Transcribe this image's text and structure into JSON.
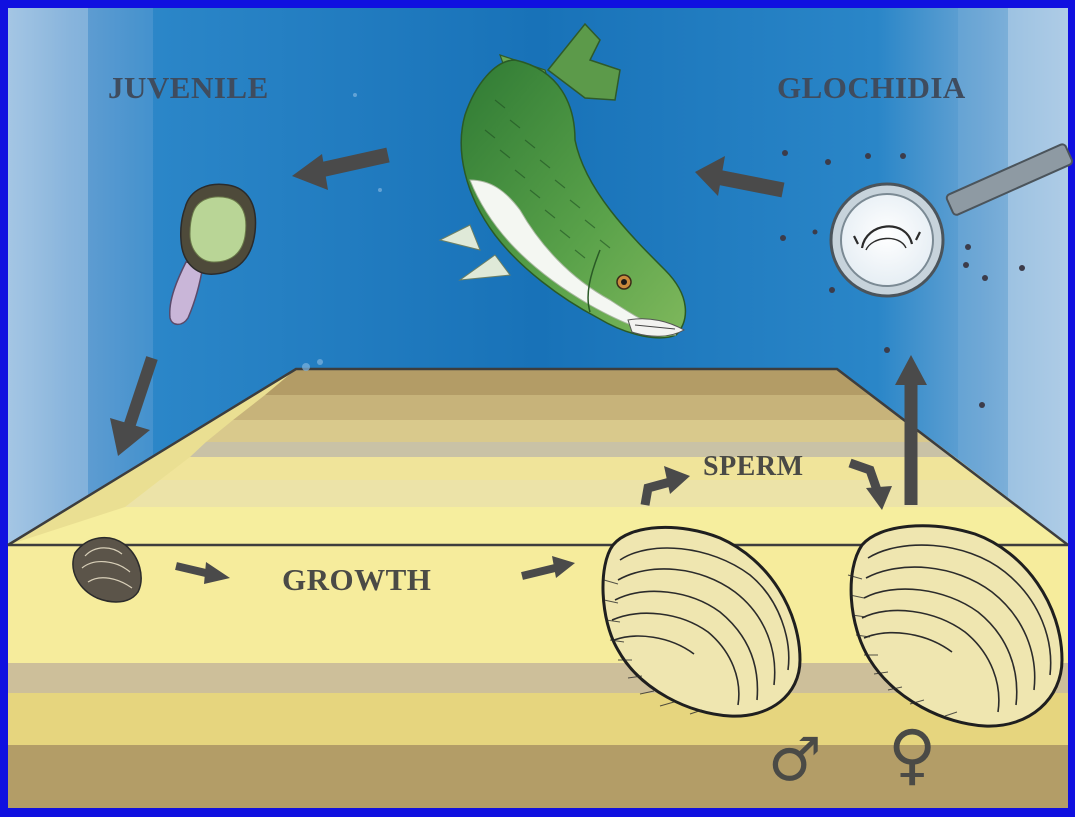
{
  "diagram": {
    "labels": {
      "juvenile": "JUVENILE",
      "glochidia": "GLOCHIDIA",
      "sperm": "SPERM",
      "growth": "GROWTH"
    },
    "symbols": {
      "male": "♂",
      "female": "♀"
    },
    "colors": {
      "frame": "#1010e0",
      "water": "#1f7fc4",
      "water_light": "#8fb8dc",
      "sand_light": "#f6ec9c",
      "sand_mid": "#d8c78a",
      "sediment_dark": "#a8925e",
      "fish_back": "#3f8a3a",
      "fish_belly": "#f4f7f2",
      "arrow": "#4a4a4a",
      "shell_ink": "#2b2b2b"
    },
    "icons": [
      "fish-icon",
      "juvenile-mussel-icon",
      "magnifier-icon",
      "glochidia-larva-icon",
      "small-mussel-icon",
      "male-mussel-icon",
      "female-mussel-icon"
    ]
  }
}
